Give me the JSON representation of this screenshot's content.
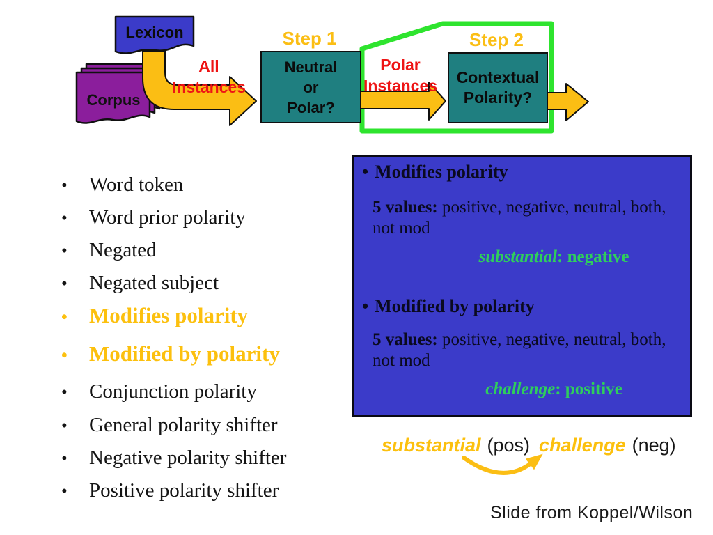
{
  "slide": {
    "credit": "Slide from Koppel/Wilson"
  },
  "diagram": {
    "lexicon_label": "Lexicon",
    "corpus_label": "Corpus",
    "all_instances_label": "All\nInstances",
    "step1_label": "Step 1",
    "step1_box_label": "Neutral\nor\nPolar?",
    "polar_instances_label": "Polar\nInstances",
    "step2_label": "Step 2",
    "step2_box_label": "Contextual\nPolarity?"
  },
  "features": {
    "bullet_char": "•",
    "items": [
      {
        "label": "Word token",
        "highlight": false
      },
      {
        "label": "Word prior polarity",
        "highlight": false
      },
      {
        "label": "Negated",
        "highlight": false
      },
      {
        "label": "Negated subject",
        "highlight": false
      },
      {
        "label": "Modifies polarity",
        "highlight": true
      },
      {
        "label": "Modified by polarity",
        "highlight": true
      },
      {
        "label": "Conjunction polarity",
        "highlight": false
      },
      {
        "label": "General polarity shifter",
        "highlight": false
      },
      {
        "label": "Negative polarity shifter",
        "highlight": false
      },
      {
        "label": "Positive polarity shifter",
        "highlight": false
      }
    ]
  },
  "detail_panel": {
    "bullet_char": "•",
    "sections": [
      {
        "heading": "Modifies polarity",
        "values_label": "5 values:",
        "values_text": " positive, negative, neutral, both, not mod",
        "example_word": "substantial",
        "example_rest": ": negative"
      },
      {
        "heading": "Modified by polarity",
        "values_label": "5 values:",
        "values_text": " positive, negative, neutral, both, not mod",
        "example_word": "challenge",
        "example_rest": ": positive"
      }
    ]
  },
  "example_line": {
    "word1": "substantial",
    "tag1": "(pos)",
    "word2": "challenge",
    "tag2": "(neg)"
  },
  "colors": {
    "gold": "#FBBE14",
    "red": "#EE1414",
    "teal": "#1F7F80",
    "royal_blue": "#3B3BC9",
    "purple": "#8B1E9C",
    "green_outline": "#2EE42E",
    "green_text": "#2FCE5C"
  }
}
